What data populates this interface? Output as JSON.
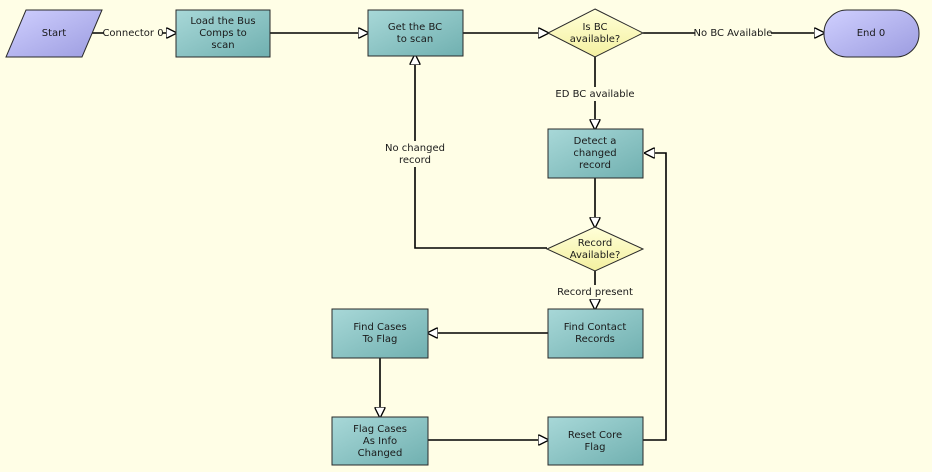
{
  "colors": {
    "background": "#fffee6",
    "process_fill": "#8cc6c6",
    "decision_fill": "#ffffc0",
    "start_fill": "#b4b4f0",
    "end_fill": "#b4b4f0",
    "line": "#000000"
  },
  "nodes": {
    "start": {
      "label": "Start"
    },
    "load": {
      "label": "Load the Bus\nComps to\nscan"
    },
    "getbc": {
      "label": "Get the BC\nto scan"
    },
    "isbc": {
      "label": "Is BC\navailable?"
    },
    "end": {
      "label": "End 0"
    },
    "detect": {
      "label": "Detect a\nchanged\nrecord"
    },
    "recavail": {
      "label": "Record\nAvailable?"
    },
    "findcontact": {
      "label": "Find Contact\nRecords"
    },
    "findcases": {
      "label": "Find Cases\nTo Flag"
    },
    "flagcases": {
      "label": "Flag Cases\nAs Info\nChanged"
    },
    "reset": {
      "label": "Reset Core\nFlag"
    }
  },
  "edges": {
    "connector0": {
      "label": "Connector 0"
    },
    "no_bc": {
      "label": "No BC Available"
    },
    "ed_bc": {
      "label": "ED BC available"
    },
    "no_changed": {
      "label": "No changed\nrecord"
    },
    "record_present": {
      "label": "Record present"
    }
  }
}
